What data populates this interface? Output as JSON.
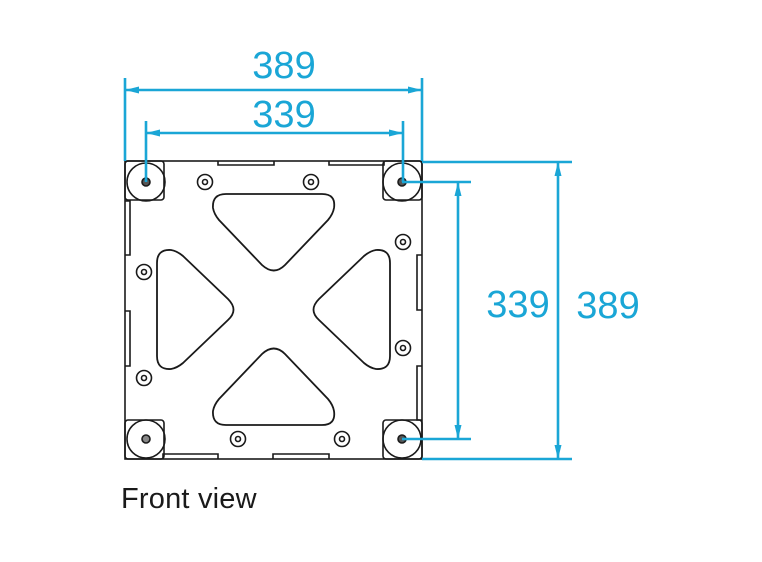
{
  "diagram": {
    "caption": "Front view",
    "dimension_color": "#1aa6d6",
    "outline_color": "#1a1a1a",
    "dimensions": {
      "top_outer": {
        "label": "389",
        "orientation": "horizontal",
        "description": "overall width"
      },
      "top_inner": {
        "label": "339",
        "orientation": "horizontal",
        "description": "bolt center-to-center width"
      },
      "right_inner": {
        "label": "339",
        "orientation": "vertical",
        "description": "bolt center-to-center height"
      },
      "right_outer": {
        "label": "389",
        "orientation": "vertical",
        "description": "overall height"
      }
    }
  }
}
